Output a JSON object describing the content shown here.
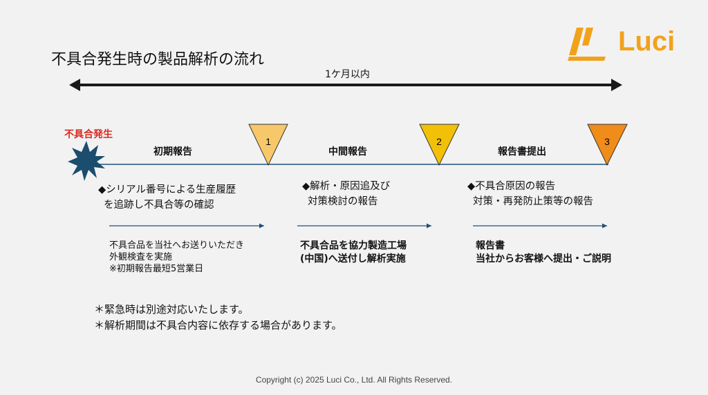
{
  "title": "不具合発生時の製品解析の流れ",
  "logo": {
    "text": "Luci",
    "color": "#f2a21a"
  },
  "period_label": "1ケ月以内",
  "start_label": "不具合発生",
  "milestones": [
    {
      "number": "1",
      "color": "#f7c86a"
    },
    {
      "number": "2",
      "color": "#f2c107"
    },
    {
      "number": "3",
      "color": "#f08c1a"
    }
  ],
  "phases": [
    {
      "name": "初期報告",
      "summary": [
        "◆シリアル番号による生産履歴",
        "を追跡し不具合等の確認"
      ],
      "details": [
        "不具合品を当社へお送りいただき",
        "外観検査を実施",
        "※初期報告最短5営業日"
      ]
    },
    {
      "name": "中間報告",
      "summary": [
        "◆解析・原因追及び",
        "対策検討の報告"
      ],
      "details": [
        "不具合品を協力製造工場",
        "(中国)へ送付し解析実施"
      ]
    },
    {
      "name": "報告書提出",
      "summary": [
        "◆不具合原因の報告",
        "対策・再発防止策等の報告"
      ],
      "details": [
        "報告書",
        "当社からお客様へ提出・ご説明"
      ]
    }
  ],
  "notes": [
    "＊緊急時は別途対応いたします。",
    "＊解析期間は不具合内容に依存する場合があります。"
  ],
  "footer": "Copyright (c) 2025 Luci Co., Ltd. All Rights Reserved."
}
